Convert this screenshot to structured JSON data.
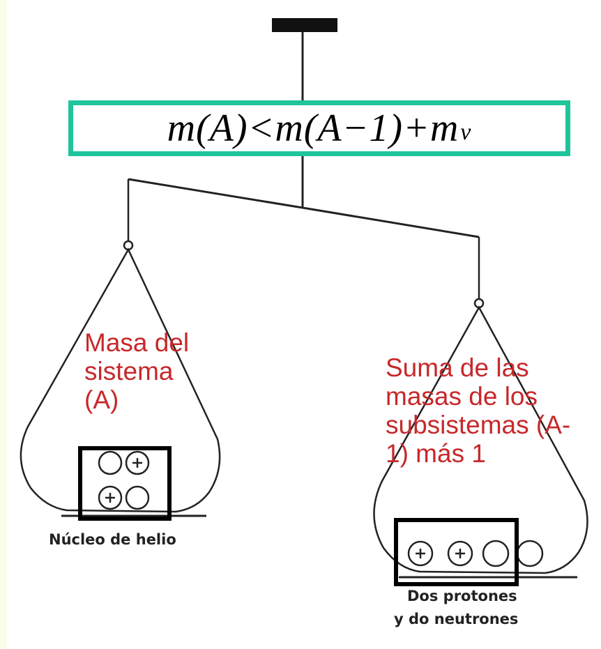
{
  "formula": {
    "main": "m(A)<m(A−1)+m",
    "subscript": "v"
  },
  "left_pan": {
    "label_lines": [
      "Masa del",
      "sistema",
      "(A)"
    ],
    "caption": "Núcleo de helio",
    "particles": [
      "neutron",
      "proton",
      "proton",
      "neutron"
    ]
  },
  "right_pan": {
    "label_lines": [
      "Suma de las",
      "masas de los",
      "subsistemas (A-",
      "1) más 1"
    ],
    "caption_lines": [
      "Dos protones",
      "y do neutrones"
    ],
    "particles": [
      "proton",
      "proton",
      "neutron",
      "neutron"
    ]
  },
  "colors": {
    "formula_border": "#1fc49b",
    "annotation_text": "#c7282b",
    "highlight_border": "#000000",
    "page_margin": "#fbfde8"
  },
  "icons": {
    "proton": "plus-circle-icon",
    "neutron": "circle-icon"
  }
}
